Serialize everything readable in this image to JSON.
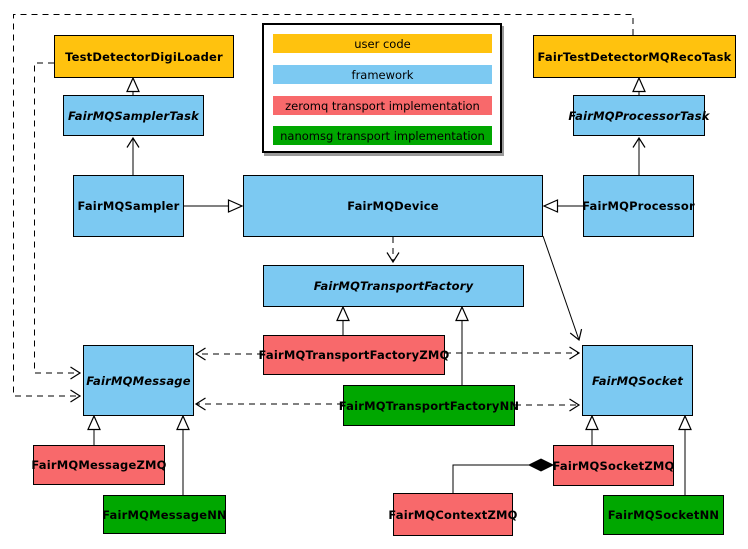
{
  "legend": {
    "items": [
      {
        "label": "user code",
        "color": "#FFC20E"
      },
      {
        "label": "framework",
        "color": "#7CC9F2"
      },
      {
        "label": "zeromq transport implementation",
        "color": "#F8696B"
      },
      {
        "label": "nanomsg transport implementation",
        "color": "#00A700"
      }
    ]
  },
  "nodes": {
    "testDetectorDigiLoader": {
      "label": "TestDetectorDigiLoader",
      "category": "user code",
      "color": "#FFC20E",
      "abstract": false
    },
    "fairTestDetectorMQRecoTask": {
      "label": "FairTestDetectorMQRecoTask",
      "category": "user code",
      "color": "#FFC20E",
      "abstract": false
    },
    "samplerTask": {
      "label": "FairMQSamplerTask",
      "category": "framework",
      "color": "#7CC9F2",
      "abstract": true
    },
    "processorTask": {
      "label": "FairMQProcessorTask",
      "category": "framework",
      "color": "#7CC9F2",
      "abstract": true
    },
    "sampler": {
      "label": "FairMQSampler",
      "category": "framework",
      "color": "#7CC9F2",
      "abstract": false
    },
    "device": {
      "label": "FairMQDevice",
      "category": "framework",
      "color": "#7CC9F2",
      "abstract": false
    },
    "processor": {
      "label": "FairMQProcessor",
      "category": "framework",
      "color": "#7CC9F2",
      "abstract": false
    },
    "transportFactory": {
      "label": "FairMQTransportFactory",
      "category": "framework",
      "color": "#7CC9F2",
      "abstract": true
    },
    "transportFactoryZMQ": {
      "label": "FairMQTransportFactoryZMQ",
      "category": "zeromq",
      "color": "#F8696B",
      "abstract": false
    },
    "transportFactoryNN": {
      "label": "FairMQTransportFactoryNN",
      "category": "nanomsg",
      "color": "#00A700",
      "abstract": false
    },
    "message": {
      "label": "FairMQMessage",
      "category": "framework",
      "color": "#7CC9F2",
      "abstract": true
    },
    "socket": {
      "label": "FairMQSocket",
      "category": "framework",
      "color": "#7CC9F2",
      "abstract": true
    },
    "messageZMQ": {
      "label": "FairMQMessageZMQ",
      "category": "zeromq",
      "color": "#F8696B",
      "abstract": false
    },
    "messageNN": {
      "label": "FairMQMessageNN",
      "category": "nanomsg",
      "color": "#00A700",
      "abstract": false
    },
    "socketZMQ": {
      "label": "FairMQSocketZMQ",
      "category": "zeromq",
      "color": "#F8696B",
      "abstract": false
    },
    "contextZMQ": {
      "label": "FairMQContextZMQ",
      "category": "zeromq",
      "color": "#F8696B",
      "abstract": false
    },
    "socketNN": {
      "label": "FairMQSocketNN",
      "category": "nanomsg",
      "color": "#00A700",
      "abstract": false
    }
  },
  "edges": [
    {
      "type": "generalization",
      "from": "FairMQSamplerTask",
      "to": "TestDetectorDigiLoader"
    },
    {
      "type": "generalization",
      "from": "FairMQProcessorTask",
      "to": "FairTestDetectorMQRecoTask"
    },
    {
      "type": "association",
      "from": "FairMQSampler",
      "to": "FairMQSamplerTask"
    },
    {
      "type": "association",
      "from": "FairMQProcessor",
      "to": "FairMQProcessorTask"
    },
    {
      "type": "generalization",
      "from": "FairMQSampler",
      "to": "FairMQDevice"
    },
    {
      "type": "generalization",
      "from": "FairMQProcessor",
      "to": "FairMQDevice"
    },
    {
      "type": "dependency",
      "from": "FairMQDevice",
      "to": "FairMQTransportFactory"
    },
    {
      "type": "dependency",
      "from": "FairTestDetectorMQRecoTask",
      "to": "FairMQMessage"
    },
    {
      "type": "dependency",
      "from": "TestDetectorDigiLoader",
      "to": "FairMQMessage"
    },
    {
      "type": "dependency",
      "from": "FairMQTransportFactoryZMQ",
      "to": "FairMQMessage"
    },
    {
      "type": "dependency",
      "from": "FairMQTransportFactoryNN",
      "to": "FairMQMessage"
    },
    {
      "type": "dependency",
      "from": "FairMQTransportFactoryZMQ",
      "to": "FairMQSocket"
    },
    {
      "type": "dependency",
      "from": "FairMQTransportFactoryNN",
      "to": "FairMQSocket"
    },
    {
      "type": "generalization",
      "from": "FairMQTransportFactoryZMQ",
      "to": "FairMQTransportFactory"
    },
    {
      "type": "generalization",
      "from": "FairMQTransportFactoryNN",
      "to": "FairMQTransportFactory"
    },
    {
      "type": "generalization",
      "from": "FairMQMessageZMQ",
      "to": "FairMQMessage"
    },
    {
      "type": "generalization",
      "from": "FairMQMessageNN",
      "to": "FairMQMessage"
    },
    {
      "type": "generalization",
      "from": "FairMQSocketZMQ",
      "to": "FairMQSocket"
    },
    {
      "type": "generalization",
      "from": "FairMQSocketNN",
      "to": "FairMQSocket"
    },
    {
      "type": "association",
      "from": "FairMQDevice",
      "to": "FairMQSocket"
    },
    {
      "type": "composition",
      "from": "FairMQContextZMQ",
      "to": "FairMQSocketZMQ"
    }
  ]
}
